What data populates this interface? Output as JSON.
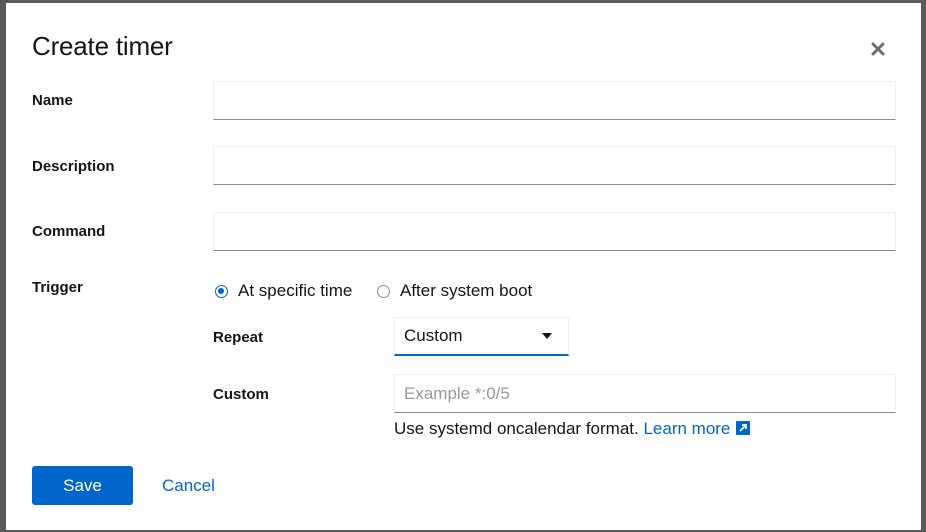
{
  "dialog": {
    "title": "Create timer",
    "close_icon": "close-icon"
  },
  "form": {
    "name": {
      "label": "Name",
      "value": "",
      "placeholder": ""
    },
    "description": {
      "label": "Description",
      "value": "",
      "placeholder": ""
    },
    "command": {
      "label": "Command",
      "value": "",
      "placeholder": ""
    },
    "trigger": {
      "label": "Trigger",
      "options": [
        {
          "label": "At specific time",
          "checked": true
        },
        {
          "label": "After system boot",
          "checked": false
        }
      ]
    },
    "repeat": {
      "label": "Repeat",
      "selected": "Custom"
    },
    "custom": {
      "label": "Custom",
      "value": "",
      "placeholder": "Example *:0/5",
      "helper_text": "Use systemd oncalendar format.",
      "helper_link": "Learn more",
      "helper_link_icon": "external-link-icon"
    }
  },
  "footer": {
    "save_label": "Save",
    "cancel_label": "Cancel"
  },
  "colors": {
    "primary": "#0066cc",
    "backdrop": "#5a5a5a"
  }
}
